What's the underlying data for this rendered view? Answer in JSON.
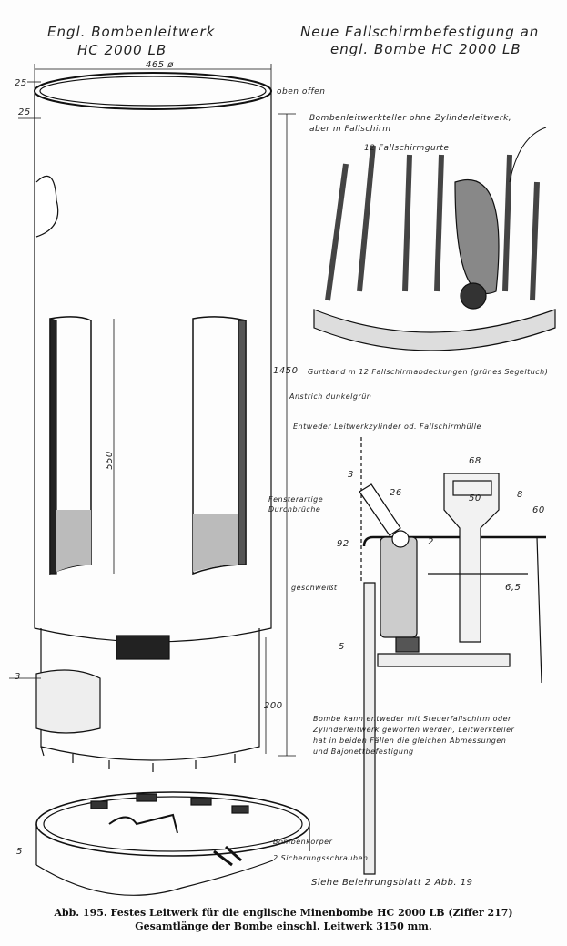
{
  "left_title": [
    "Engl. Bombenleitwerk",
    "HC 2000 LB"
  ],
  "right_title": [
    "Neue Fallschirmbefestigung an",
    "engl. Bombe HC 2000 LB"
  ],
  "labels": {
    "oben_offen": "oben offen",
    "teller": [
      "Bombenleitwerkteller ohne Zylinderleitwerk,",
      "aber m Fallschirm"
    ],
    "gurte": "12 Fallschirmgurte",
    "gurtband": "Gurtband m 12 Fallschirmabdeckungen (grünes Segeltuch)",
    "anstrich": "Anstrich dunkelgrün",
    "fenster": [
      "Fensterartige",
      "Durchbrüche"
    ],
    "entweder": "Entweder Leitwerkzylinder od. Fallschirmhülle",
    "geschweisst": "geschweißt",
    "bombenkoerper": "Bombenkörper",
    "schrauben": "2 Sicherungsschrauben",
    "siehe": "Siehe Belehrungsblatt 2  Abb. 19",
    "note": [
      "Bombe kann entweder mit Steuerfallschirm oder",
      "Zylinderleitwerk geworfen werden, Leitwerkteller",
      "hat in beiden Fällen die gleichen Abmessungen",
      "und Bajonettbefestigung"
    ]
  },
  "dimensions": {
    "d465": "465 ø",
    "d25a": "25",
    "d25b": "25",
    "d1450": "1450",
    "d550": "550",
    "d3a": "3",
    "d200": "200",
    "d5a": "5",
    "d3b": "3",
    "d26": "26",
    "d92": "92",
    "d2": "2",
    "d5b": "5",
    "d68": "68",
    "d50": "50",
    "d8": "8",
    "d60": "60",
    "d65": "6,5"
  },
  "caption": [
    "Abb. 195.   Festes Leitwerk für die englische Minenbombe HC 2000 LB  (Ziffer 217)",
    "Gesamtlänge der Bombe einschl. Leitwerk 3150 mm."
  ]
}
